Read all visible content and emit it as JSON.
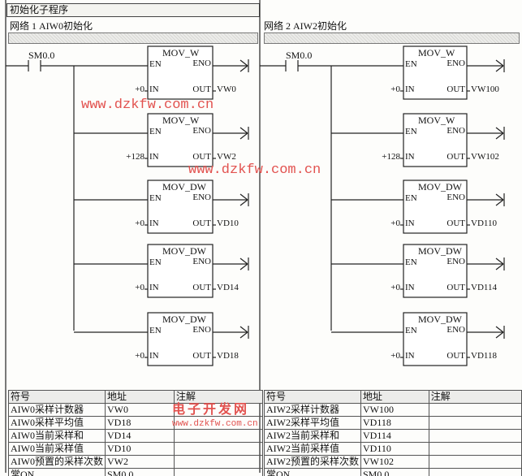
{
  "subroutine_title": "初始化子程序",
  "networks": [
    {
      "title": "网络 1   AIW0初始化",
      "contact": "SM0.0",
      "boxes": [
        {
          "name": "MOV_W",
          "en": "EN",
          "eno": "ENO",
          "in_pin": "IN",
          "out_pin": "OUT",
          "in": "+0",
          "out": "VW0"
        },
        {
          "name": "MOV_W",
          "en": "EN",
          "eno": "ENO",
          "in_pin": "IN",
          "out_pin": "OUT",
          "in": "+128",
          "out": "VW2"
        },
        {
          "name": "MOV_DW",
          "en": "EN",
          "eno": "ENO",
          "in_pin": "IN",
          "out_pin": "OUT",
          "in": "+0",
          "out": "VD10"
        },
        {
          "name": "MOV_DW",
          "en": "EN",
          "eno": "ENO",
          "in_pin": "IN",
          "out_pin": "OUT",
          "in": "+0",
          "out": "VD14"
        },
        {
          "name": "MOV_DW",
          "en": "EN",
          "eno": "ENO",
          "in_pin": "IN",
          "out_pin": "OUT",
          "in": "+0",
          "out": "VD18"
        }
      ],
      "table": {
        "headers": [
          "符号",
          "地址",
          "注解"
        ],
        "rows": [
          [
            "AIW0采样计数器",
            "VW0",
            ""
          ],
          [
            "AIW0采样平均值",
            "VD18",
            ""
          ],
          [
            "AIW0当前采样和",
            "VD14",
            ""
          ],
          [
            "AIW0当前采样值",
            "VD10",
            ""
          ],
          [
            "AIW0预置的采样次数",
            "VW2",
            ""
          ],
          [
            "常ON",
            "SM0.0",
            ""
          ]
        ]
      }
    },
    {
      "title": "网络 2   AIW2初始化",
      "contact": "SM0.0",
      "boxes": [
        {
          "name": "MOV_W",
          "en": "EN",
          "eno": "ENO",
          "in_pin": "IN",
          "out_pin": "OUT",
          "in": "+0",
          "out": "VW100"
        },
        {
          "name": "MOV_W",
          "en": "EN",
          "eno": "ENO",
          "in_pin": "IN",
          "out_pin": "OUT",
          "in": "+128",
          "out": "VW102"
        },
        {
          "name": "MOV_DW",
          "en": "EN",
          "eno": "ENO",
          "in_pin": "IN",
          "out_pin": "OUT",
          "in": "+0",
          "out": "VD110"
        },
        {
          "name": "MOV_DW",
          "en": "EN",
          "eno": "ENO",
          "in_pin": "IN",
          "out_pin": "OUT",
          "in": "+0",
          "out": "VD114"
        },
        {
          "name": "MOV_DW",
          "en": "EN",
          "eno": "ENO",
          "in_pin": "IN",
          "out_pin": "OUT",
          "in": "+0",
          "out": "VD118"
        }
      ],
      "table": {
        "headers": [
          "符号",
          "地址",
          "注解"
        ],
        "rows": [
          [
            "AIW2采样计数器",
            "VW100",
            ""
          ],
          [
            "AIW2采样平均值",
            "VD118",
            ""
          ],
          [
            "AIW2当前采样和",
            "VD114",
            ""
          ],
          [
            "AIW2当前采样值",
            "VD110",
            ""
          ],
          [
            "AIW2预置的采样次数",
            "VW102",
            ""
          ],
          [
            "常ON",
            "SM0.0",
            ""
          ]
        ]
      }
    }
  ],
  "watermarks": [
    "www.dzkfw.com.cn",
    "www.dzkfw.com.cn",
    "电子开发网",
    "www.dzkfw.com.cn"
  ]
}
